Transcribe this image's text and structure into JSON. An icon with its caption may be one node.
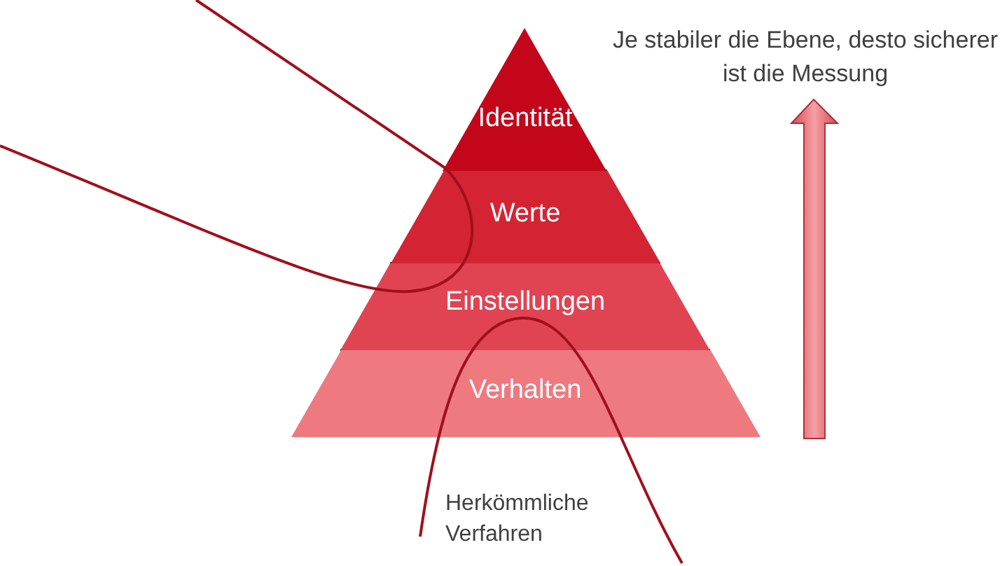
{
  "diagram": {
    "nodes": [
      {
        "text": [
          "Identität"
        ]
      },
      {
        "text": [
          "Werte"
        ]
      },
      {
        "text": [
          "Einstellungen"
        ]
      },
      {
        "text": [
          "Verhalten"
        ]
      }
    ],
    "edges": [],
    "labels": [
      "Je stabiler die Ebene, desto sicherer ist die Messung",
      "Herkömmliche Verfahren"
    ]
  }
}
